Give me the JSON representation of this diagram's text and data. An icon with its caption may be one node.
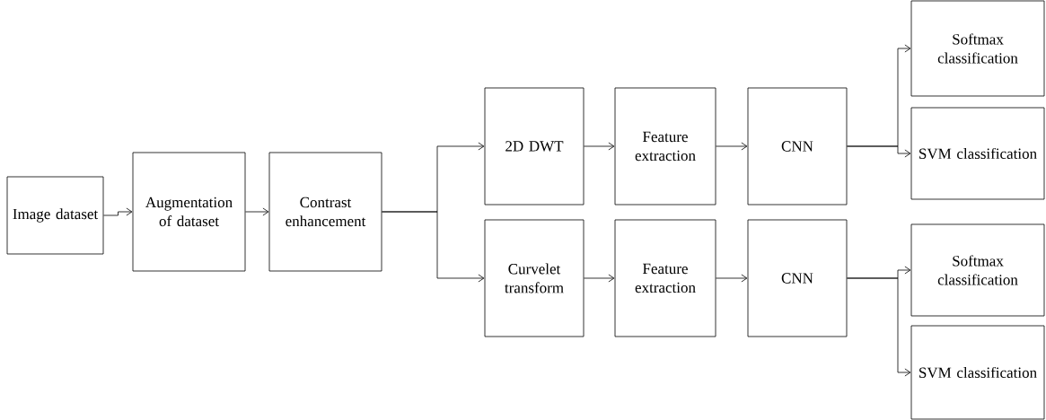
{
  "diagram": {
    "nodes": [
      {
        "text": [
          "Image dataset"
        ]
      },
      {
        "text": [
          "Augmentation of dataset"
        ]
      },
      {
        "text": [
          "Contrast enhancement"
        ]
      },
      {
        "text": [
          "2D DWT"
        ]
      },
      {
        "text": [
          "Feature extraction"
        ]
      },
      {
        "text": [
          "CNN"
        ]
      },
      {
        "text": [
          "Softmax classification"
        ]
      },
      {
        "text": [
          "SVM classification"
        ]
      },
      {
        "text": [
          "Curvelet transform"
        ]
      },
      {
        "text": [
          "Feature extraction"
        ]
      },
      {
        "text": [
          "CNN"
        ]
      },
      {
        "text": [
          "Softmax classification"
        ]
      },
      {
        "text": [
          "SVM classification"
        ]
      }
    ],
    "edges": [
      {
        "from": 0,
        "to": 1,
        "arrow": "to"
      },
      {
        "from": 1,
        "to": 2,
        "arrow": "to"
      },
      {
        "from": 2,
        "to": 3,
        "arrow": "to"
      },
      {
        "from": 2,
        "to": 8,
        "arrow": "to"
      },
      {
        "from": 3,
        "to": 4,
        "arrow": "to"
      },
      {
        "from": 4,
        "to": 5,
        "arrow": "to"
      },
      {
        "from": 5,
        "to": 6,
        "arrow": "to"
      },
      {
        "from": 5,
        "to": 7,
        "arrow": "to"
      },
      {
        "from": 8,
        "to": 9,
        "arrow": "to"
      },
      {
        "from": 9,
        "to": 10,
        "arrow": "to"
      },
      {
        "from": 10,
        "to": 11,
        "arrow": "to"
      },
      {
        "from": 10,
        "to": 12,
        "arrow": "to"
      }
    ]
  }
}
